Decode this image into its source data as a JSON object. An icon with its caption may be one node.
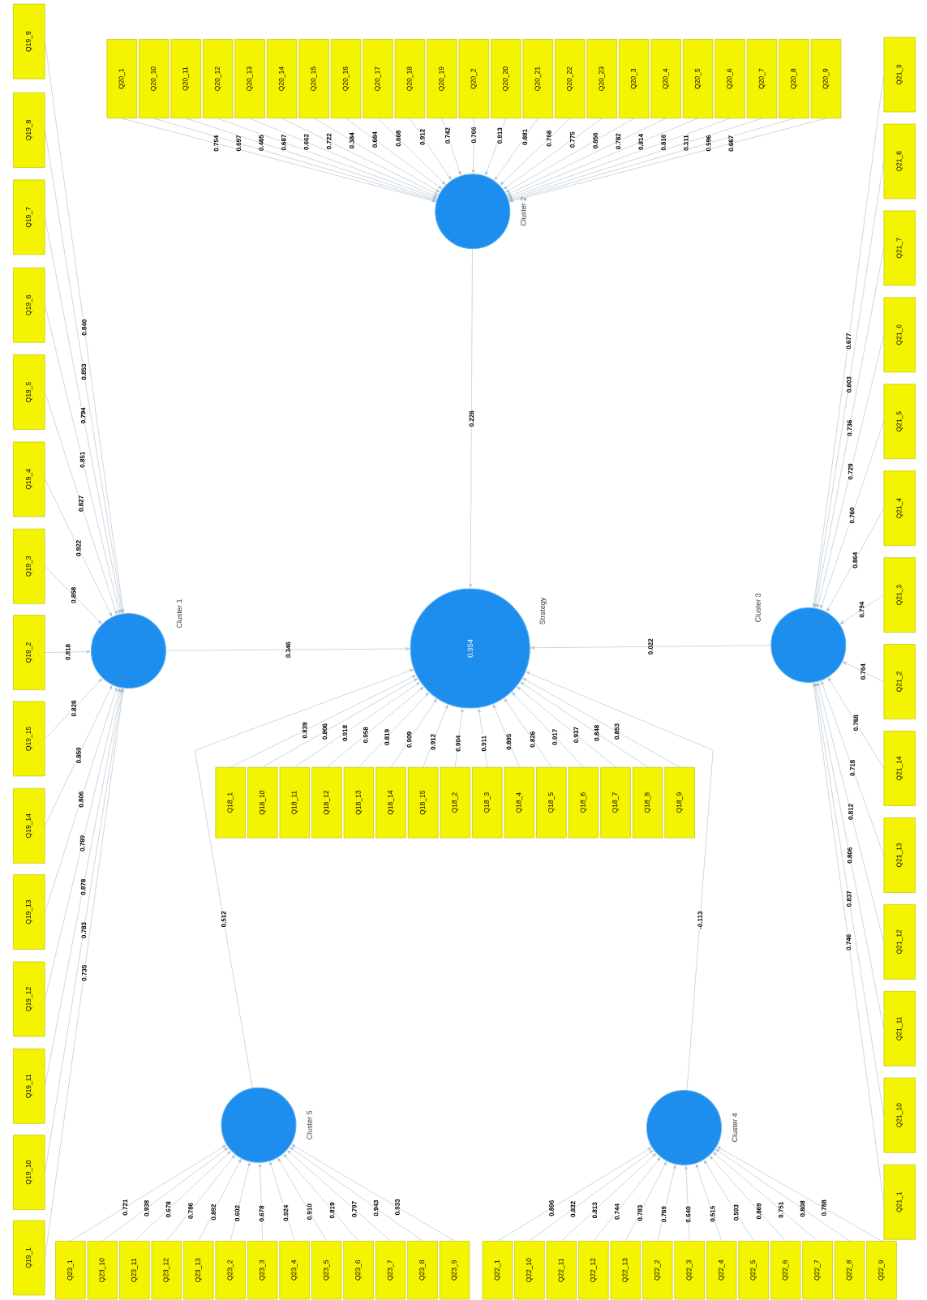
{
  "diagram": {
    "nodes": [
      {
        "text": [
          "Q20_1"
        ]
      },
      {
        "text": [
          "Q20_10"
        ]
      },
      {
        "text": [
          "Q20_11"
        ]
      },
      {
        "text": [
          "Q20_12"
        ]
      },
      {
        "text": [
          "Q20_13"
        ]
      },
      {
        "text": [
          "Q20_14"
        ]
      },
      {
        "text": [
          "Q20_15"
        ]
      },
      {
        "text": [
          "Q20_16"
        ]
      },
      {
        "text": [
          "Q20_17"
        ]
      },
      {
        "text": [
          "Q20_18"
        ]
      },
      {
        "text": [
          "Q20_19"
        ]
      },
      {
        "text": [
          "Q20_2"
        ]
      },
      {
        "text": [
          "Q20_20"
        ]
      },
      {
        "text": [
          "Q20_21"
        ]
      },
      {
        "text": [
          "Q20_22"
        ]
      },
      {
        "text": [
          "Q20_23"
        ]
      },
      {
        "text": [
          "Q20_3"
        ]
      },
      {
        "text": [
          "Q20_4"
        ]
      },
      {
        "text": [
          "Q20_5"
        ]
      },
      {
        "text": [
          "Q20_6"
        ]
      },
      {
        "text": [
          "Q20_7"
        ]
      },
      {
        "text": [
          "Q20_8"
        ]
      },
      {
        "text": [
          "Q20_9"
        ]
      },
      {
        "text": [
          "Q19_9"
        ]
      },
      {
        "text": [
          "Q19_8"
        ]
      },
      {
        "text": [
          "Q19_7"
        ]
      },
      {
        "text": [
          "Q19_6"
        ]
      },
      {
        "text": [
          "Q19_5"
        ]
      },
      {
        "text": [
          "Q19_4"
        ]
      },
      {
        "text": [
          "Q19_3"
        ]
      },
      {
        "text": [
          "Q19_2"
        ]
      },
      {
        "text": [
          "Q19_15"
        ]
      },
      {
        "text": [
          "Q19_14"
        ]
      },
      {
        "text": [
          "Q19_13"
        ]
      },
      {
        "text": [
          "Q19_12"
        ]
      },
      {
        "text": [
          "Q19_11"
        ]
      },
      {
        "text": [
          "Q19_10"
        ]
      },
      {
        "text": [
          "Q19_1"
        ]
      },
      {
        "text": [],
        "shape": "circle",
        "beside": [
          "Cluster 2"
        ]
      },
      {
        "text": [],
        "shape": "circle",
        "beside": [
          "Cluster 1"
        ]
      },
      {
        "text": [
          "0.954"
        ],
        "beside": [
          "Strategy"
        ]
      },
      {
        "text": [],
        "shape": "circle",
        "beside": [
          "Cluster 3"
        ]
      },
      {
        "text": [
          "Q21_9"
        ]
      },
      {
        "text": [
          "Q21_8"
        ]
      },
      {
        "text": [
          "Q21_7"
        ]
      },
      {
        "text": [
          "Q21_6"
        ]
      },
      {
        "text": [
          "Q21_5"
        ]
      },
      {
        "text": [
          "Q21_4"
        ]
      },
      {
        "text": [
          "Q21_3"
        ]
      },
      {
        "text": [
          "Q21_2"
        ]
      },
      {
        "text": [
          "Q21_14"
        ]
      },
      {
        "text": [
          "Q21_13"
        ]
      },
      {
        "text": [
          "Q21_12"
        ]
      },
      {
        "text": [
          "Q21_11"
        ]
      },
      {
        "text": [
          "Q21_10"
        ]
      },
      {
        "text": [
          "Q21_1"
        ]
      },
      {
        "text": [
          "Q18_1"
        ]
      },
      {
        "text": [
          "Q18_10"
        ]
      },
      {
        "text": [
          "Q18_11"
        ]
      },
      {
        "text": [
          "Q18_12"
        ]
      },
      {
        "text": [
          "Q18_13"
        ]
      },
      {
        "text": [
          "Q18_14"
        ]
      },
      {
        "text": [
          "Q18_15"
        ]
      },
      {
        "text": [
          "Q18_2"
        ]
      },
      {
        "text": [
          "Q18_3"
        ]
      },
      {
        "text": [
          "Q18_4"
        ]
      },
      {
        "text": [
          "Q18_5"
        ]
      },
      {
        "text": [
          "Q18_6"
        ]
      },
      {
        "text": [
          "Q18_7"
        ]
      },
      {
        "text": [
          "Q18_8"
        ]
      },
      {
        "text": [
          "Q18_9"
        ]
      },
      {
        "text": [],
        "shape": "circle",
        "beside": [
          "Cluster 5"
        ]
      },
      {
        "text": [],
        "shape": "circle",
        "beside": [
          "Cluster 4"
        ]
      },
      {
        "text": [
          "Q23_1"
        ]
      },
      {
        "text": [
          "Q23_10"
        ]
      },
      {
        "text": [
          "Q23_11"
        ]
      },
      {
        "text": [
          "Q23_12"
        ]
      },
      {
        "text": [
          "Q23_13"
        ]
      },
      {
        "text": [
          "Q23_2"
        ]
      },
      {
        "text": [
          "Q23_3"
        ]
      },
      {
        "text": [
          "Q23_4"
        ]
      },
      {
        "text": [
          "Q23_5"
        ]
      },
      {
        "text": [
          "Q23_6"
        ]
      },
      {
        "text": [
          "Q23_7"
        ]
      },
      {
        "text": [
          "Q23_8"
        ]
      },
      {
        "text": [
          "Q23_9"
        ]
      },
      {
        "text": [
          "Q22_1"
        ]
      },
      {
        "text": [
          "Q22_10"
        ]
      },
      {
        "text": [
          "Q22_11"
        ]
      },
      {
        "text": [
          "Q22_12"
        ]
      },
      {
        "text": [
          "Q22_13"
        ]
      },
      {
        "text": [
          "Q22_2"
        ]
      },
      {
        "text": [
          "Q22_3"
        ]
      },
      {
        "text": [
          "Q22_4"
        ]
      },
      {
        "text": [
          "Q22_5"
        ]
      },
      {
        "text": [
          "Q22_6"
        ]
      },
      {
        "text": [
          "Q22_7"
        ]
      },
      {
        "text": [
          "Q22_8"
        ]
      },
      {
        "text": [
          "Q22_9"
        ]
      }
    ],
    "edges": [
      {
        "from": 0,
        "to": 38,
        "arrow": "to",
        "label": "0.754"
      },
      {
        "from": 1,
        "to": 38,
        "arrow": "to",
        "label": "0.697"
      },
      {
        "from": 2,
        "to": 38,
        "arrow": "to",
        "label": "0.465"
      },
      {
        "from": 3,
        "to": 38,
        "arrow": "to",
        "label": "0.687"
      },
      {
        "from": 4,
        "to": 38,
        "arrow": "to",
        "label": "0.662"
      },
      {
        "from": 5,
        "to": 38,
        "arrow": "to",
        "label": "0.722"
      },
      {
        "from": 6,
        "to": 38,
        "arrow": "to",
        "label": "0.384"
      },
      {
        "from": 7,
        "to": 38,
        "arrow": "to",
        "label": "0.684"
      },
      {
        "from": 8,
        "to": 38,
        "arrow": "to",
        "label": "0.668"
      },
      {
        "from": 9,
        "to": 38,
        "arrow": "to",
        "label": "0.912"
      },
      {
        "from": 10,
        "to": 38,
        "arrow": "to",
        "label": "0.742"
      },
      {
        "from": 11,
        "to": 38,
        "arrow": "to",
        "label": "0.766"
      },
      {
        "from": 12,
        "to": 38,
        "arrow": "to",
        "label": "0.913"
      },
      {
        "from": 13,
        "to": 38,
        "arrow": "to",
        "label": "0.881"
      },
      {
        "from": 14,
        "to": 38,
        "arrow": "to",
        "label": "0.768"
      },
      {
        "from": 15,
        "to": 38,
        "arrow": "to",
        "label": "0.775"
      },
      {
        "from": 16,
        "to": 38,
        "arrow": "to",
        "label": "0.856"
      },
      {
        "from": 17,
        "to": 38,
        "arrow": "to",
        "label": "0.782"
      },
      {
        "from": 18,
        "to": 38,
        "arrow": "to",
        "label": "0.814"
      },
      {
        "from": 19,
        "to": 38,
        "arrow": "to",
        "label": "0.816"
      },
      {
        "from": 20,
        "to": 38,
        "arrow": "to",
        "label": "0.311"
      },
      {
        "from": 21,
        "to": 38,
        "arrow": "to",
        "label": "0.596"
      },
      {
        "from": 22,
        "to": 38,
        "arrow": "to",
        "label": "0.667"
      },
      {
        "from": 23,
        "to": 39,
        "arrow": "to",
        "label": "0.840"
      },
      {
        "from": 24,
        "to": 39,
        "arrow": "to",
        "label": "0.853"
      },
      {
        "from": 25,
        "to": 39,
        "arrow": "to",
        "label": "0.794"
      },
      {
        "from": 26,
        "to": 39,
        "arrow": "to",
        "label": "0.851"
      },
      {
        "from": 27,
        "to": 39,
        "arrow": "to",
        "label": "0.827"
      },
      {
        "from": 28,
        "to": 39,
        "arrow": "to",
        "label": "0.922"
      },
      {
        "from": 29,
        "to": 39,
        "arrow": "to",
        "label": "0.858"
      },
      {
        "from": 30,
        "to": 39,
        "arrow": "to",
        "label": "0.818"
      },
      {
        "from": 31,
        "to": 39,
        "arrow": "to",
        "label": "0.828"
      },
      {
        "from": 32,
        "to": 39,
        "arrow": "to",
        "label": "0.859"
      },
      {
        "from": 33,
        "to": 39,
        "arrow": "to",
        "label": "0.806"
      },
      {
        "from": 34,
        "to": 39,
        "arrow": "to",
        "label": "0.789"
      },
      {
        "from": 35,
        "to": 39,
        "arrow": "to",
        "label": "0.878"
      },
      {
        "from": 36,
        "to": 39,
        "arrow": "to",
        "label": "0.783"
      },
      {
        "from": 37,
        "to": 39,
        "arrow": "to",
        "label": "0.735"
      },
      {
        "from": 38,
        "to": 40,
        "arrow": "to",
        "label": "0.226"
      },
      {
        "from": 39,
        "to": 40,
        "arrow": "to",
        "label": "0.346"
      },
      {
        "from": 41,
        "to": 40,
        "arrow": "to",
        "label": "0.022"
      },
      {
        "from": 42,
        "to": 41,
        "arrow": "to",
        "label": "0.677"
      },
      {
        "from": 43,
        "to": 41,
        "arrow": "to",
        "label": "0.603"
      },
      {
        "from": 44,
        "to": 41,
        "arrow": "to",
        "label": "0.736"
      },
      {
        "from": 45,
        "to": 41,
        "arrow": "to",
        "label": "0.729"
      },
      {
        "from": 46,
        "to": 41,
        "arrow": "to",
        "label": "0.760"
      },
      {
        "from": 47,
        "to": 41,
        "arrow": "to",
        "label": "0.864"
      },
      {
        "from": 48,
        "to": 41,
        "arrow": "to",
        "label": "0.794"
      },
      {
        "from": 49,
        "to": 41,
        "arrow": "to",
        "label": "0.764"
      },
      {
        "from": 50,
        "to": 41,
        "arrow": "to",
        "label": "0.768"
      },
      {
        "from": 51,
        "to": 41,
        "arrow": "to",
        "label": "0.718"
      },
      {
        "from": 52,
        "to": 41,
        "arrow": "to",
        "label": "0.812"
      },
      {
        "from": 53,
        "to": 41,
        "arrow": "to",
        "label": "0.806"
      },
      {
        "from": 54,
        "to": 41,
        "arrow": "to",
        "label": "0.837"
      },
      {
        "from": 55,
        "to": 41,
        "arrow": "to",
        "label": "0.746"
      },
      {
        "from": 56,
        "to": 40,
        "arrow": "to",
        "label": "0.839"
      },
      {
        "from": 57,
        "to": 40,
        "arrow": "to",
        "label": "0.806"
      },
      {
        "from": 58,
        "to": 40,
        "arrow": "to",
        "label": "0.918"
      },
      {
        "from": 59,
        "to": 40,
        "arrow": "to",
        "label": "0.958"
      },
      {
        "from": 60,
        "to": 40,
        "arrow": "to",
        "label": "0.819"
      },
      {
        "from": 61,
        "to": 40,
        "arrow": "to",
        "label": "0.909"
      },
      {
        "from": 62,
        "to": 40,
        "arrow": "to",
        "label": "0.912"
      },
      {
        "from": 63,
        "to": 40,
        "arrow": "to",
        "label": "0.904"
      },
      {
        "from": 64,
        "to": 40,
        "arrow": "to",
        "label": "0.911"
      },
      {
        "from": 65,
        "to": 40,
        "arrow": "to",
        "label": "0.895"
      },
      {
        "from": 66,
        "to": 40,
        "arrow": "to",
        "label": "0.826"
      },
      {
        "from": 67,
        "to": 40,
        "arrow": "to",
        "label": "0.917"
      },
      {
        "from": 68,
        "to": 40,
        "arrow": "to",
        "label": "0.937"
      },
      {
        "from": 69,
        "to": 40,
        "arrow": "to",
        "label": "0.848"
      },
      {
        "from": 70,
        "to": 40,
        "arrow": "to",
        "label": "0.853"
      },
      {
        "from": 71,
        "to": 40,
        "arrow": "to",
        "label": "0.512"
      },
      {
        "from": 72,
        "to": 40,
        "arrow": "to",
        "label": "-0.113"
      },
      {
        "from": 73,
        "to": 71,
        "arrow": "to",
        "label": "0.721"
      },
      {
        "from": 74,
        "to": 71,
        "arrow": "to",
        "label": "0.938"
      },
      {
        "from": 75,
        "to": 71,
        "arrow": "to",
        "label": "0.678"
      },
      {
        "from": 76,
        "to": 71,
        "arrow": "to",
        "label": "0.786"
      },
      {
        "from": 77,
        "to": 71,
        "arrow": "to",
        "label": "0.892"
      },
      {
        "from": 78,
        "to": 71,
        "arrow": "to",
        "label": "0.602"
      },
      {
        "from": 79,
        "to": 71,
        "arrow": "to",
        "label": "0.678"
      },
      {
        "from": 80,
        "to": 71,
        "arrow": "to",
        "label": "0.924"
      },
      {
        "from": 81,
        "to": 71,
        "arrow": "to",
        "label": "0.910"
      },
      {
        "from": 82,
        "to": 71,
        "arrow": "to",
        "label": "0.819"
      },
      {
        "from": 83,
        "to": 71,
        "arrow": "to",
        "label": "0.797"
      },
      {
        "from": 84,
        "to": 71,
        "arrow": "to",
        "label": "0.943"
      },
      {
        "from": 85,
        "to": 71,
        "arrow": "to",
        "label": "0.933"
      },
      {
        "from": 86,
        "to": 72,
        "arrow": "to",
        "label": "0.896"
      },
      {
        "from": 87,
        "to": 72,
        "arrow": "to",
        "label": "0.832"
      },
      {
        "from": 88,
        "to": 72,
        "arrow": "to",
        "label": "0.813"
      },
      {
        "from": 89,
        "to": 72,
        "arrow": "to",
        "label": "0.744"
      },
      {
        "from": 90,
        "to": 72,
        "arrow": "to",
        "label": "0.783"
      },
      {
        "from": 91,
        "to": 72,
        "arrow": "to",
        "label": "0.769"
      },
      {
        "from": 92,
        "to": 72,
        "arrow": "to",
        "label": "0.640"
      },
      {
        "from": 93,
        "to": 72,
        "arrow": "to",
        "label": "0.515"
      },
      {
        "from": 94,
        "to": 72,
        "arrow": "to",
        "label": "0.593"
      },
      {
        "from": 95,
        "to": 72,
        "arrow": "to",
        "label": "0.869"
      },
      {
        "from": 96,
        "to": 72,
        "arrow": "to",
        "label": "0.751"
      },
      {
        "from": 97,
        "to": 72,
        "arrow": "to",
        "label": "0.808"
      },
      {
        "from": 98,
        "to": 72,
        "arrow": "to",
        "label": "0.788"
      }
    ]
  }
}
